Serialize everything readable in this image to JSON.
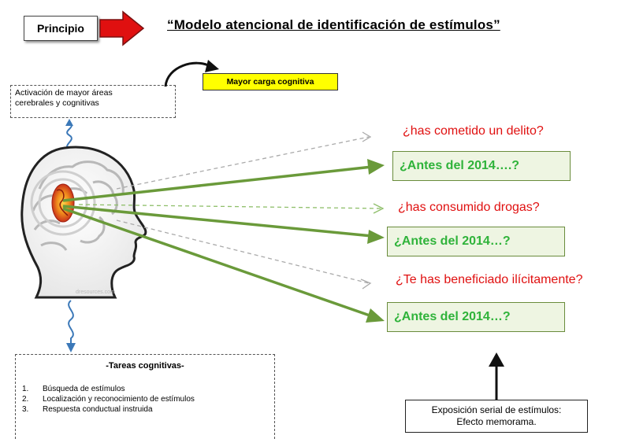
{
  "principio_label": "Principio",
  "title": "“Modelo atencional de identificación  de estímulos”",
  "activation": {
    "line1": "Activación de mayor áreas",
    "line2": "cerebrales y cognitivas"
  },
  "carga_label": "Mayor carga cognitiva",
  "questions": [
    "¿has cometido un delito?",
    "¿has consumido drogas?",
    "¿Te has beneficiado ilícitamente?"
  ],
  "antes": [
    "¿Antes del 2014….?",
    "¿Antes del 2014…?",
    "¿Antes del 2014…?"
  ],
  "tareas": {
    "title": "-Tareas cognitivas-",
    "items": [
      {
        "num": "1.",
        "text": "Búsqueda de estímulos"
      },
      {
        "num": "2.",
        "text": "Localización y reconocimiento de estímulos"
      },
      {
        "num": "3.",
        "text": "Respuesta conductual instruida"
      }
    ]
  },
  "exposicion": {
    "line1": "Exposición serial de estímulos:",
    "line2": "Efecto memorama."
  },
  "watermark": "dresources.com",
  "colors": {
    "red_arrow": "#e01010",
    "question_text": "#e01010",
    "green_arrow": "#6a9a3a",
    "antes_text": "#2fb33a",
    "antes_bg": "#eef5e2",
    "highlight_yellow": "#ffff00",
    "wave_blue": "#3b78b8"
  }
}
